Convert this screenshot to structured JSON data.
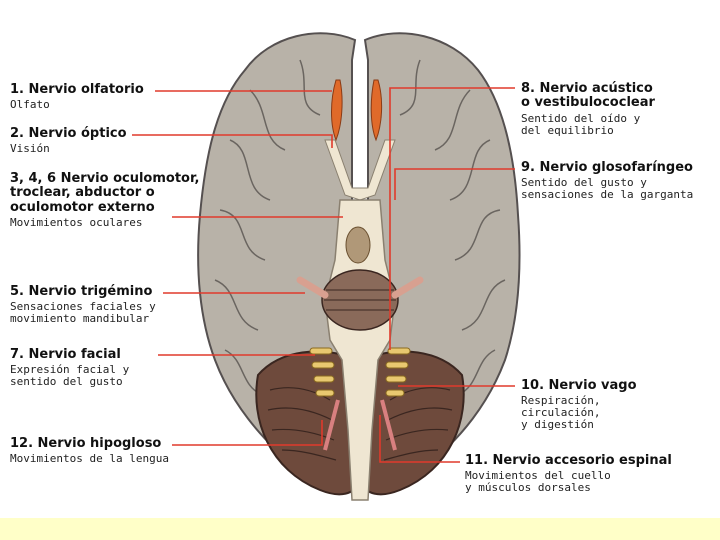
{
  "colors": {
    "leader_line": "#e03a2c",
    "brain_gray": "#b8b2a8",
    "brain_outline": "#555050",
    "cerebellum": "#6e4a3c",
    "nerve_orange": "#e06a2a",
    "brainstem": "#efe6d2",
    "bottom_band": "#ffffc8"
  },
  "labels": [
    {
      "id": "olfatorio",
      "title": "1. Nervio olfatorio",
      "desc": [
        "Olfato"
      ]
    },
    {
      "id": "optico",
      "title": "2. Nervio óptico",
      "desc": [
        "Visión"
      ]
    },
    {
      "id": "oculomotor",
      "title": "3, 4, 6  Nervio oculomotor,\ntroclear, abductor o\noculomotor externo",
      "desc": [
        "Movimientos oculares"
      ]
    },
    {
      "id": "trigemino",
      "title": "5. Nervio trigémino",
      "desc": [
        "Sensaciones faciales y",
        "movimiento mandibular"
      ]
    },
    {
      "id": "facial",
      "title": "7. Nervio facial",
      "desc": [
        "Expresión facial y",
        "sentido del gusto"
      ]
    },
    {
      "id": "hipogloso",
      "title": "12. Nervio hipogloso",
      "desc": [
        "Movimientos de la lengua"
      ]
    },
    {
      "id": "acustico",
      "title": "8. Nervio acústico\no vestibulococlear",
      "desc": [
        "Sentido del oído y",
        "del equilibrio"
      ]
    },
    {
      "id": "glosofaringeo",
      "title": "9. Nervio glosofaríngeo",
      "desc": [
        "Sentido del gusto y",
        "sensaciones de la garganta"
      ]
    },
    {
      "id": "vago",
      "title": "10. Nervio vago",
      "desc": [
        "Respiración,",
        "circulación,",
        "y digestión"
      ]
    },
    {
      "id": "accesorio",
      "title": "11. Nervio accesorio espinal",
      "desc": [
        "Movimientos del cuello",
        "y músculos dorsales"
      ]
    }
  ]
}
